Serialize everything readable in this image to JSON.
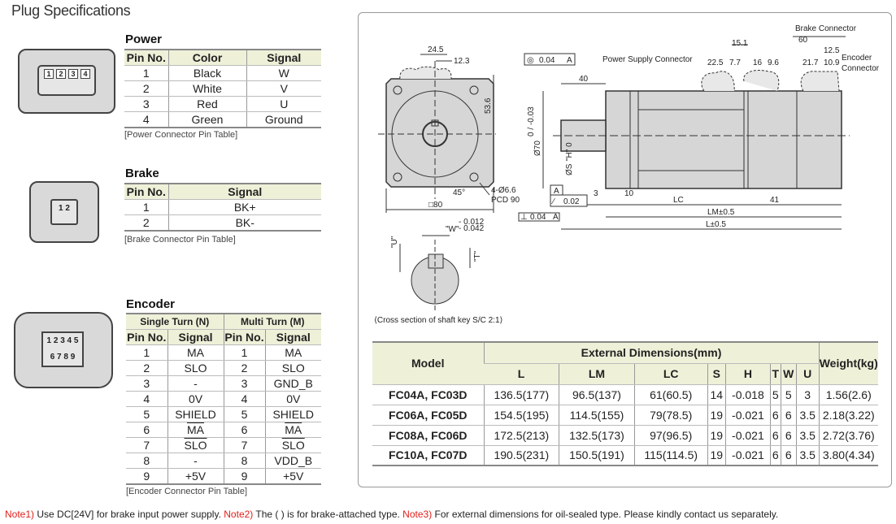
{
  "title": "Plug Specifications",
  "power": {
    "heading": "Power",
    "headers": [
      "Pin No.",
      "Color",
      "Signal"
    ],
    "rows": [
      [
        "1",
        "Black",
        "W"
      ],
      [
        "2",
        "White",
        "V"
      ],
      [
        "3",
        "Red",
        "U"
      ],
      [
        "4",
        "Green",
        "Ground"
      ]
    ],
    "caption": "[Power Connector Pin Table]",
    "pins": [
      "1",
      "2",
      "3",
      "4"
    ]
  },
  "brake": {
    "heading": "Brake",
    "headers": [
      "Pin No.",
      "Signal"
    ],
    "rows": [
      [
        "1",
        "BK+"
      ],
      [
        "2",
        "BK-"
      ]
    ],
    "caption": "[Brake Connector Pin Table]",
    "pins": [
      "1",
      "2"
    ]
  },
  "encoder": {
    "heading": "Encoder",
    "groups": [
      "Single Turn (N)",
      "Multi Turn (M)"
    ],
    "headers": [
      "Pin No.",
      "Signal",
      "Pin No.",
      "Signal"
    ],
    "rows": [
      [
        "1",
        "MA",
        "1",
        "MA"
      ],
      [
        "2",
        "SLO",
        "2",
        "SLO"
      ],
      [
        "3",
        "-",
        "3",
        "GND_B"
      ],
      [
        "4",
        "0V",
        "4",
        "0V"
      ],
      [
        "5",
        "SHIELD",
        "5",
        "SHIELD"
      ],
      [
        "6",
        "MA",
        "6",
        "MA"
      ],
      [
        "7",
        "SLO",
        "7",
        "SLO"
      ],
      [
        "8",
        "-",
        "8",
        "VDD_B"
      ],
      [
        "9",
        "+5V",
        "9",
        "+5V"
      ]
    ],
    "caption": "[Encoder Connector Pin Table]",
    "pins_top": "1 2 3 4 5",
    "pins_bottom": "6 7 8 9"
  },
  "drawing": {
    "d24_5": "24.5",
    "d12_3": "12.3",
    "d53_6": "53.6",
    "holes": "4-Ø6.6",
    "pcd": "PCD 90",
    "angle": "45°",
    "square": "□80",
    "w_label": "\"W\"",
    "w_tol_up": "- 0.012",
    "w_tol_dn": "- 0.042",
    "u_label": "\"U\"",
    "t_label": "\"T\"",
    "shaft_caption": "⟨Cross section of shaft key S/C 2:1⟩",
    "conc": "◎",
    "conc_val": "0.04",
    "datum": "A",
    "d40": "40",
    "d70": "Ø70",
    "d70_tol": "0 / -0.03",
    "s_label": "ØS",
    "h_label": "\"H\" 0",
    "runout": "⁄",
    "runout_val": "0.02",
    "perp": "⊥",
    "perp_val": "0.04",
    "d3": "3",
    "d10": "10",
    "lc": "LC",
    "d41": "41",
    "lm": "LM±0.5",
    "l": "L±0.5",
    "power_conn": "Power Supply Connector",
    "brake_conn": "Brake Connector",
    "enc_conn1": "Encoder",
    "enc_conn2": "Connector",
    "d15_1": "15.1",
    "d60": "60",
    "d22_5": "22.5",
    "d7_7": "7.7",
    "d16": "16",
    "d9_6": "9.6",
    "d21_7": "21.7",
    "d12_5": "12.5",
    "d10_9": "10.9"
  },
  "dimensions": {
    "model_header": "Model",
    "ext_header": "External Dimensions(mm)",
    "weight_header": "Weight(kg)",
    "cols": [
      "L",
      "LM",
      "LC",
      "S",
      "H",
      "T",
      "W",
      "U"
    ],
    "rows": [
      [
        "FC04A, FC03D",
        "136.5(177)",
        "96.5(137)",
        "61(60.5)",
        "14",
        "-0.018",
        "5",
        "5",
        "3",
        "1.56(2.6)"
      ],
      [
        "FC06A, FC05D",
        "154.5(195)",
        "114.5(155)",
        "79(78.5)",
        "19",
        "-0.021",
        "6",
        "6",
        "3.5",
        "2.18(3.22)"
      ],
      [
        "FC08A, FC06D",
        "172.5(213)",
        "132.5(173)",
        "97(96.5)",
        "19",
        "-0.021",
        "6",
        "6",
        "3.5",
        "2.72(3.76)"
      ],
      [
        "FC10A, FC07D",
        "190.5(231)",
        "150.5(191)",
        "115(114.5)",
        "19",
        "-0.021",
        "6",
        "6",
        "3.5",
        "3.80(4.34)"
      ]
    ]
  },
  "notes": [
    {
      "label": "Note1)",
      "text": " Use DC[24V] for brake input power supply. "
    },
    {
      "label": "Note2)",
      "text": " The ( ) is for brake-attached type. "
    },
    {
      "label": "Note3)",
      "text": " For external dimensions for oil-sealed type. Please kindly contact us separately."
    }
  ],
  "colors": {
    "note": "#e0201b",
    "header_bg": "#eef0d8"
  }
}
